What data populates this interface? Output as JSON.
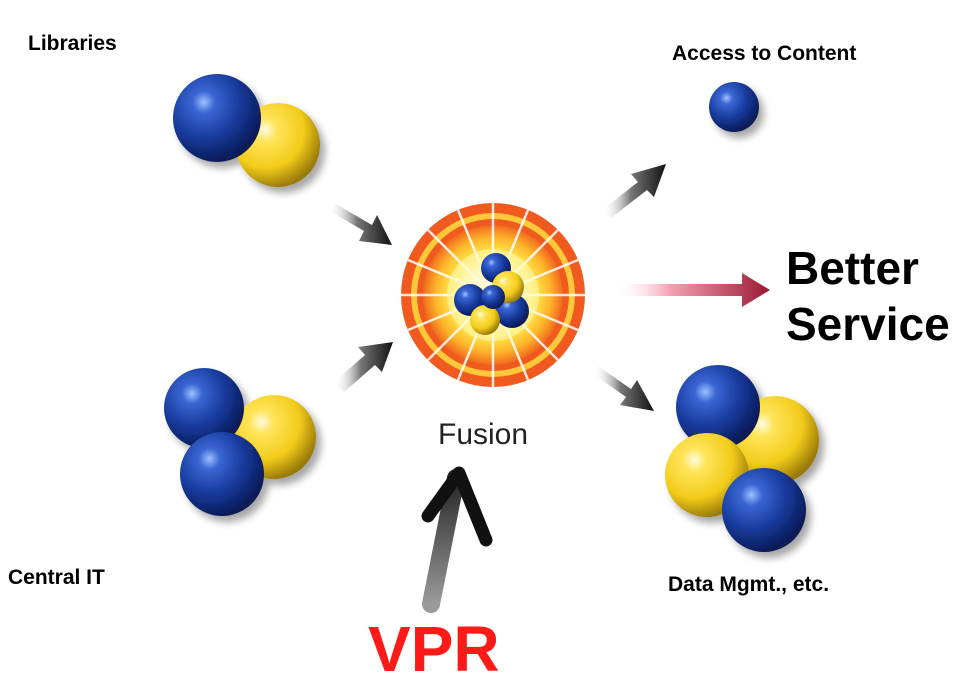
{
  "labels": {
    "libraries": "Libraries",
    "central_it": "Central IT",
    "access_to_content": "Access to Content",
    "data_mgmt": "Data Mgmt., etc.",
    "better": "Better",
    "service": "Service",
    "fusion": "Fusion",
    "vpr": "VPR"
  },
  "colors": {
    "sphere_blue": "#16399a",
    "sphere_yellow": "#f2cc1a",
    "fusion_orange": "#f05a1e",
    "fusion_glow": "#ffe94a",
    "arrow_dark": "#1a1a1a",
    "arrow_red": "#9a1833",
    "vpr_red": "#ff1a1a"
  },
  "icons": [
    "libraries-molecule-icon",
    "central-it-molecule-icon",
    "fusion-core-icon",
    "access-sphere-icon",
    "data-cluster-icon"
  ]
}
